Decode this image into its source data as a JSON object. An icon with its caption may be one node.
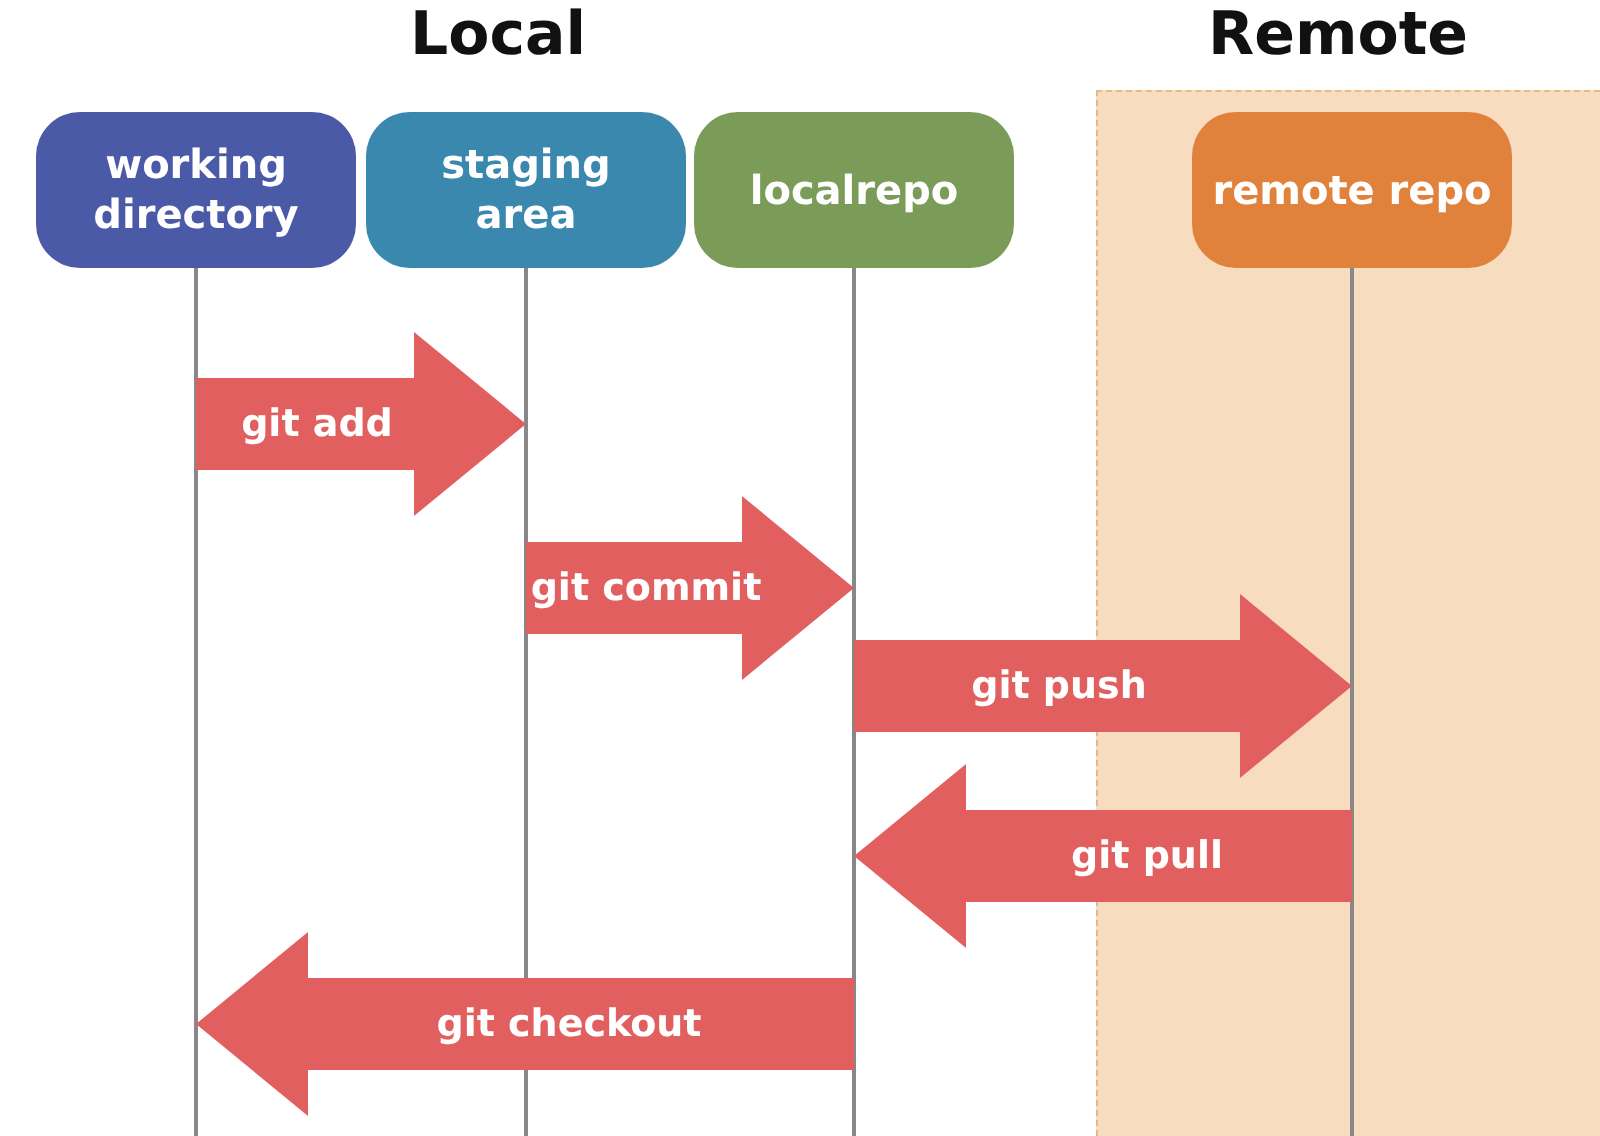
{
  "diagram": {
    "nodes": [
      {
        "text": [
          "working directory"
        ]
      },
      {
        "text": [
          "staging area"
        ]
      },
      {
        "text": [
          "localrepo"
        ]
      },
      {
        "text": [
          "remote repo"
        ]
      }
    ],
    "edges": [
      {
        "from": 0,
        "to": 1,
        "arrow": "to",
        "label": "git add"
      },
      {
        "from": 1,
        "to": 2,
        "arrow": "to",
        "label": "git commit"
      },
      {
        "from": 2,
        "to": 3,
        "arrow": "to",
        "label": "git push"
      },
      {
        "from": 3,
        "to": 2,
        "arrow": "to",
        "label": "git pull"
      },
      {
        "from": 2,
        "to": 0,
        "arrow": "to",
        "label": "git checkout"
      }
    ],
    "labels": [
      "Local",
      "Remote"
    ]
  }
}
